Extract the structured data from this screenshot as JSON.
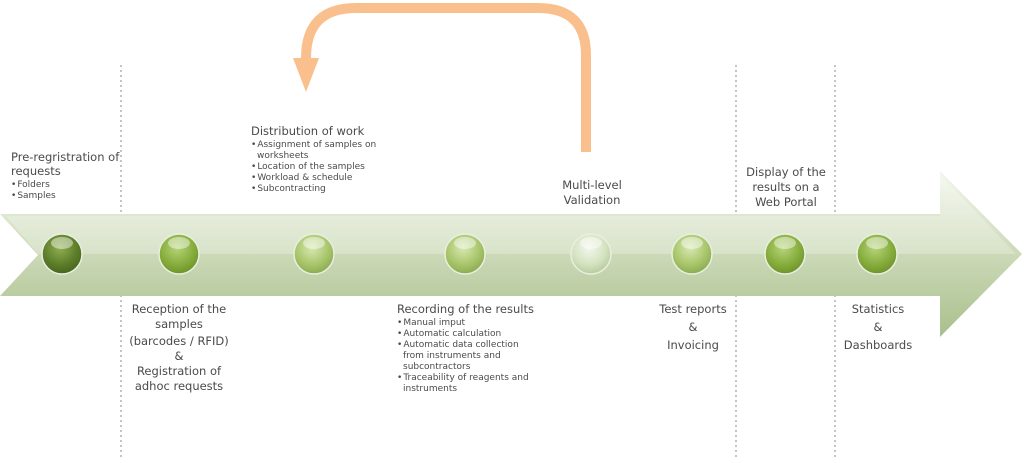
{
  "steps": {
    "pre_registration": {
      "title": "Pre-regristration of requests",
      "items": [
        "Folders",
        "Samples"
      ]
    },
    "reception": {
      "lines": [
        "Reception of the samples",
        "(barcodes / RFID)",
        "&",
        "Registration of adhoc requests"
      ]
    },
    "distribution": {
      "title": "Distribution of work",
      "items": [
        "Assignment of samples on worksheets",
        "Location of the samples",
        "Workload & schedule",
        "Subcontracting"
      ]
    },
    "recording": {
      "title": "Recording of the results",
      "items": [
        "Manual imput",
        "Automatic calculation",
        "Automatic data collection from instruments and subcontractors",
        "Traceability of reagents and instruments"
      ]
    },
    "validation": {
      "lines": [
        "Multi-level Validation"
      ]
    },
    "test_reports": {
      "lines": [
        "Test reports",
        "&",
        "Invoicing"
      ]
    },
    "web_portal": {
      "lines": [
        "Display of the results on a Web Portal"
      ]
    },
    "statistics": {
      "lines": [
        "Statistics",
        "&",
        "Dashboards"
      ]
    }
  },
  "colors": {
    "arrow_light": "#eef3e6",
    "arrow_dark": "#b9cc9f",
    "loop_arrow": "#f9c08e",
    "circle_dark": "#5d7d2a",
    "circle_mid": "#86ad3c",
    "circle_light": "#a8c56a",
    "circle_pale": "#d4e2c0",
    "divider": "#888888"
  }
}
